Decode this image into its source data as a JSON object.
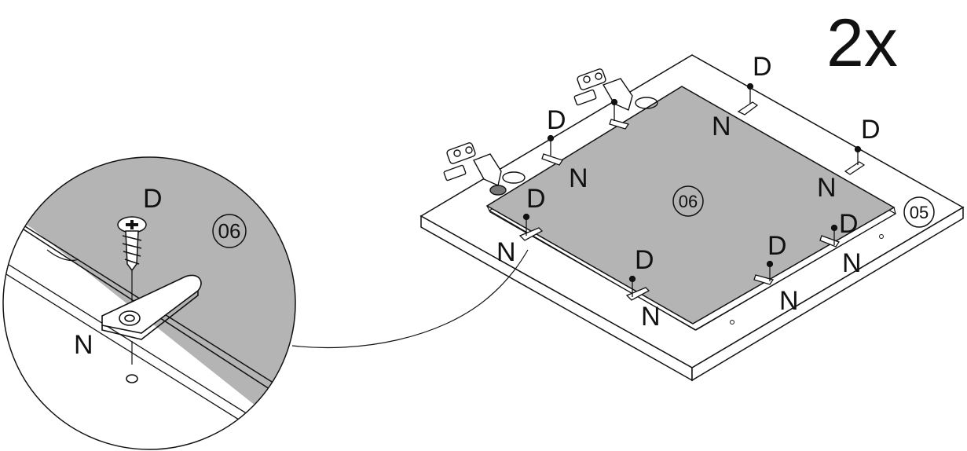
{
  "quantity": "2x",
  "parts": {
    "panel": "05",
    "door": "06"
  },
  "hardware": {
    "screw": "D",
    "clip": "N"
  },
  "detail": {
    "screw": "D",
    "clip": "N",
    "door": "06"
  }
}
